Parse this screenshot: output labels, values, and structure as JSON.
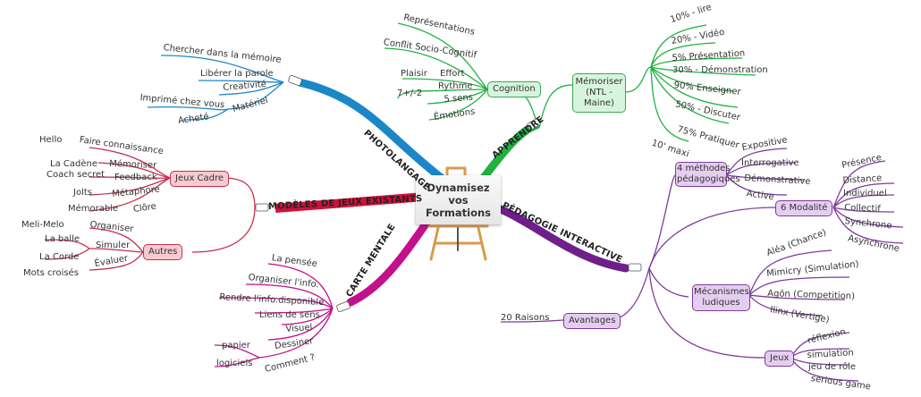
{
  "center": {
    "title_line1": "Dynamisez vos",
    "title_line2": "Formations",
    "icon": "easel-icon"
  },
  "colors": {
    "photolangage": "#1b87c9",
    "apprendre": "#1fb141",
    "modeles": "#d0103a",
    "carte": "#c1118b",
    "pedagogie": "#6e1f8a",
    "easel": "#d99a4e"
  },
  "branches": {
    "photolangage": {
      "label": "PHOTOLANGAGE",
      "items": [
        "Chercher dans la mémoire",
        "Libérer la parole",
        "Creativité",
        "Matériel"
      ],
      "materiel_children": [
        "Imprimé chez vous",
        "Acheté"
      ]
    },
    "apprendre": {
      "label": "APPRENDRE",
      "cognition": {
        "label": "Cognition",
        "items": [
          "Représentations",
          "Conflit Socio-Cognitif",
          "Effort",
          "Rythme",
          "5 sens",
          "Émotions"
        ],
        "effort_child": "Plaisir",
        "rythme_child": "7+/-2"
      },
      "memoriser": {
        "label_line1": "Mémoriser",
        "label_line2": "(NTL -",
        "label_line3": "Maine)",
        "items": [
          "10% - lire",
          "20% - Vidéo",
          "5% Présentation",
          "30% - Démonstration",
          "90% Enseigner",
          "50% - Discuter",
          "75% Pratiquer"
        ]
      },
      "extra": "10' maxi"
    },
    "modeles": {
      "label": "MODÈLES DE JEUX EXISTANTS",
      "jeux_cadre": {
        "label": "Jeux Cadre",
        "items": [
          {
            "label": "Faire connaissance",
            "child": "Hello"
          },
          {
            "label": "Mémoriser",
            "child": "La Cadène"
          },
          {
            "label": "Feedback",
            "child": "Coach secret"
          },
          {
            "label": "Métaphore",
            "child": "Jolts"
          },
          {
            "label": "Clôre",
            "child": "Mémorable"
          }
        ]
      },
      "autres": {
        "label": "Autres",
        "organiser": {
          "label": "Organiser",
          "child": "Meli-Melo"
        },
        "simuler": {
          "label": "Simuler",
          "children": [
            "La balle",
            "La Corde"
          ]
        },
        "evaluer": {
          "label": "Évaluer",
          "child": "Mots croisés"
        }
      }
    },
    "carte": {
      "label": "CARTE MENTALE",
      "items": [
        "La pensée",
        "Organiser l'info.",
        "Rendre l'info.disponible",
        "Liens de sens",
        "Visuel",
        "Dessiner",
        "Comment ?"
      ],
      "comment_children": [
        "papier",
        "logiciels"
      ]
    },
    "pedagogie": {
      "label": "PÉDAGOGIE INTERACTIVE",
      "methodes": {
        "label_line1": "4 méthodes",
        "label_line2": "pédagogiques",
        "items": [
          "Expositive",
          "Interrogative",
          "Démonstrative",
          "Active"
        ]
      },
      "modalite": {
        "label": "6 Modalité",
        "items": [
          "Présence",
          "Distance",
          "Individuel",
          "Collectif",
          "Synchrone",
          "Asynchrone"
        ]
      },
      "mecanismes": {
        "label_line1": "Mécanismes",
        "label_line2": "ludiques",
        "items": [
          "Aléa (Chance)",
          "Mimicry (Simulation)",
          "Agôn (Competition)",
          "Ilinx (Vertige)"
        ]
      },
      "avantages": {
        "label": "Avantages",
        "child": "20 Raisons"
      },
      "jeux": {
        "label": "Jeux",
        "items": [
          "réflexion",
          "simulation",
          "jeu de rôle",
          "serious game"
        ]
      }
    }
  }
}
